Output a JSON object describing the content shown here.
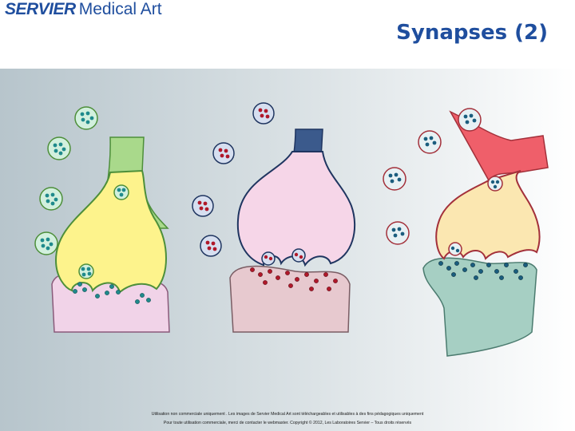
{
  "header": {
    "logo_brand": "SERVIER",
    "logo_sub": "Medical Art",
    "title": "Synapses (2)"
  },
  "footer": {
    "line1": "Utilisation non commerciale uniquement . Les images de Servier Medical Art sont téléchargeables et utilisables à des fins pédagogiques uniquement",
    "line2": "Pour toute utilisation commerciale, merci de contacter le webmaster. Copyright © 2012, Les Laboratoires Servier – Tous droits réservés"
  },
  "colors": {
    "background_left": "#b7c5cc",
    "background_right": "#ffffff",
    "synapse1_axon": "#a9d98b",
    "synapse1_terminal": "#fdf38c",
    "synapse1_dendrite": "#f1d3e8",
    "synapse1_vesicle_dot": "#1f8a8c",
    "synapse2_axon": "#3b5a8c",
    "synapse2_terminal": "#f6d6e8",
    "synapse2_dendrite": "#e7c9cf",
    "synapse2_vesicle_dot": "#b0182a",
    "synapse3_axon": "#ef5f6a",
    "synapse3_terminal": "#fbe7b1",
    "synapse3_dendrite": "#a6cfc3",
    "synapse3_vesicle_dot": "#1a5d7e"
  },
  "icons": [
    "neuron-synapse-yellow",
    "neuron-synapse-blue",
    "neuron-synapse-red",
    "synaptic-vesicle"
  ]
}
